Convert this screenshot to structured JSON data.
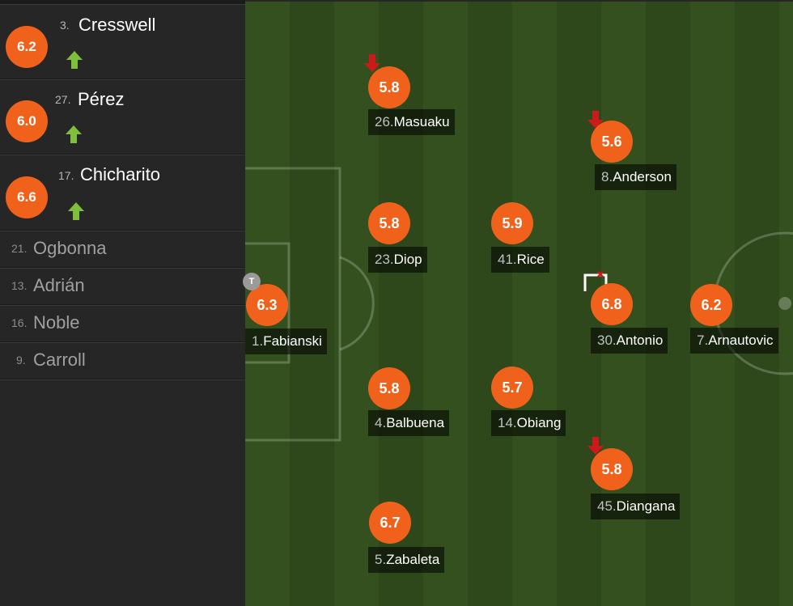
{
  "colors": {
    "rating_orange": "#f0621b",
    "sub_in_green": "#7fbf3c",
    "sub_out_red": "#cc1a1a",
    "pitch_dark": "#2e471b",
    "pitch_light": "#34501e"
  },
  "substitutes_used": [
    {
      "number": "3.",
      "name": "Cresswell",
      "rating": "6.2",
      "icon": "sub-in-arrow-icon"
    },
    {
      "number": "27.",
      "name": "Pérez",
      "rating": "6.0",
      "icon": "sub-in-arrow-icon"
    },
    {
      "number": "17.",
      "name": "Chicharito",
      "rating": "6.6",
      "icon": "sub-in-arrow-icon"
    }
  ],
  "bench": [
    {
      "number": "21.",
      "name": "Ogbonna"
    },
    {
      "number": "13.",
      "name": "Adrián"
    },
    {
      "number": "16.",
      "name": "Noble"
    },
    {
      "number": "9.",
      "name": "Carroll"
    }
  ],
  "lineup": [
    {
      "number": "1. ",
      "name": "Fabianski",
      "rating": "6.3",
      "captain_icon": "captain-icon"
    },
    {
      "number": "26.",
      "name": "Masuaku",
      "rating": "5.8",
      "icon": "sub-out-arrow-icon"
    },
    {
      "number": "23.",
      "name": "Diop",
      "rating": "5.8"
    },
    {
      "number": "4. ",
      "name": "Balbuena",
      "rating": "5.8"
    },
    {
      "number": "5. ",
      "name": "Zabaleta",
      "rating": "6.7"
    },
    {
      "number": "41.",
      "name": "Rice",
      "rating": "5.9"
    },
    {
      "number": "14.",
      "name": "Obiang",
      "rating": "5.7"
    },
    {
      "number": "8. ",
      "name": "Anderson",
      "rating": "5.6",
      "icon": "sub-out-arrow-icon"
    },
    {
      "number": "30.",
      "name": "Antonio",
      "rating": "6.8",
      "icon": "goal-icon"
    },
    {
      "number": "45.",
      "name": "Diangana",
      "rating": "5.8",
      "icon": "sub-out-arrow-icon"
    },
    {
      "number": "7. ",
      "name": "Arnautovic",
      "rating": "6.2"
    }
  ],
  "captain_badge": "T"
}
